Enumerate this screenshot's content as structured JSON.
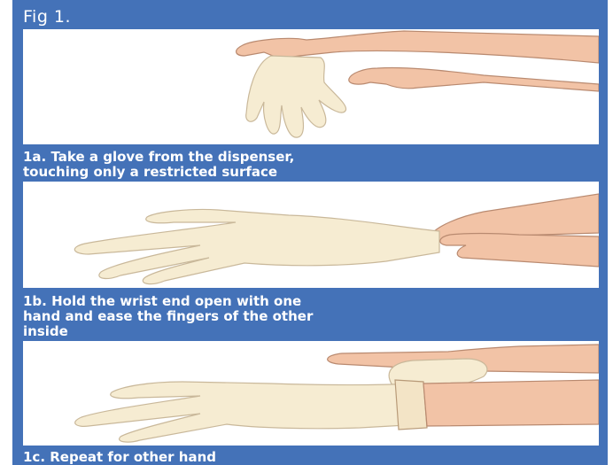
{
  "figure": {
    "title": "Fig 1.",
    "steps": [
      {
        "caption_lines": [
          "1a. Take a glove from the dispenser,",
          "touching only a restricted surface"
        ]
      },
      {
        "caption_lines": [
          "1b. Hold the wrist end open with one",
          "hand and ease the fingers of the other",
          "inside"
        ]
      },
      {
        "caption_lines": [
          "1c. Repeat for other hand"
        ]
      }
    ]
  },
  "colors": {
    "background_blue": "#4472b8",
    "skin": "#f2c3a6",
    "glove": "#f6ecd2",
    "outline": "#b98a70"
  }
}
